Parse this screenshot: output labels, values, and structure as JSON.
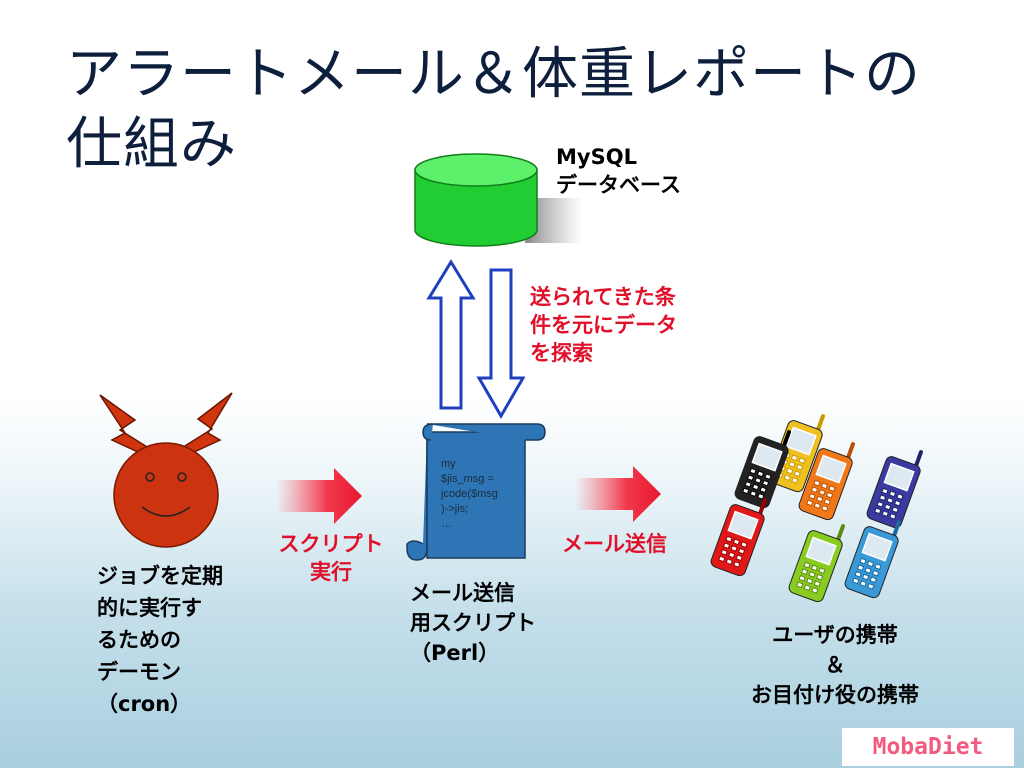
{
  "title": {
    "line1": "アラートメール＆体重レポートの",
    "line2": "仕組み"
  },
  "database": {
    "line1": "MySQL",
    "line2": "データベース"
  },
  "query_note": {
    "line1": "送られてきた条",
    "line2": "件を元にデータ",
    "line3": "を探索"
  },
  "daemon": {
    "line1": "ジョブを定期",
    "line2": "的に実行す",
    "line3": "るための",
    "line4": "デーモン",
    "line5": "（cron）"
  },
  "run_script": {
    "line1": "スクリプト",
    "line2": "実行"
  },
  "script": {
    "code": {
      "line1": "my",
      "line2": "$jis_msg =",
      "line3": "jcode($msg",
      "line4": ")->jis;",
      "line5": "…"
    },
    "line1": "メール送信",
    "line2": "用スクリプト",
    "line3": "（Perl）"
  },
  "send_mail": "メール送信",
  "phones": {
    "line1": "ユーザの携帯",
    "line2": "＆",
    "line3": "お目付け役の携帯"
  },
  "logo": "MobaDiet",
  "colors": {
    "title": "#0d1f3c",
    "accent_red": "#e0102a",
    "db_green": "#22cc33",
    "scroll_blue": "#2e75b6",
    "arrow_blue": "#1f3fbf",
    "daemon_red": "#cc3311",
    "logo_pink": "#f25b7f"
  }
}
